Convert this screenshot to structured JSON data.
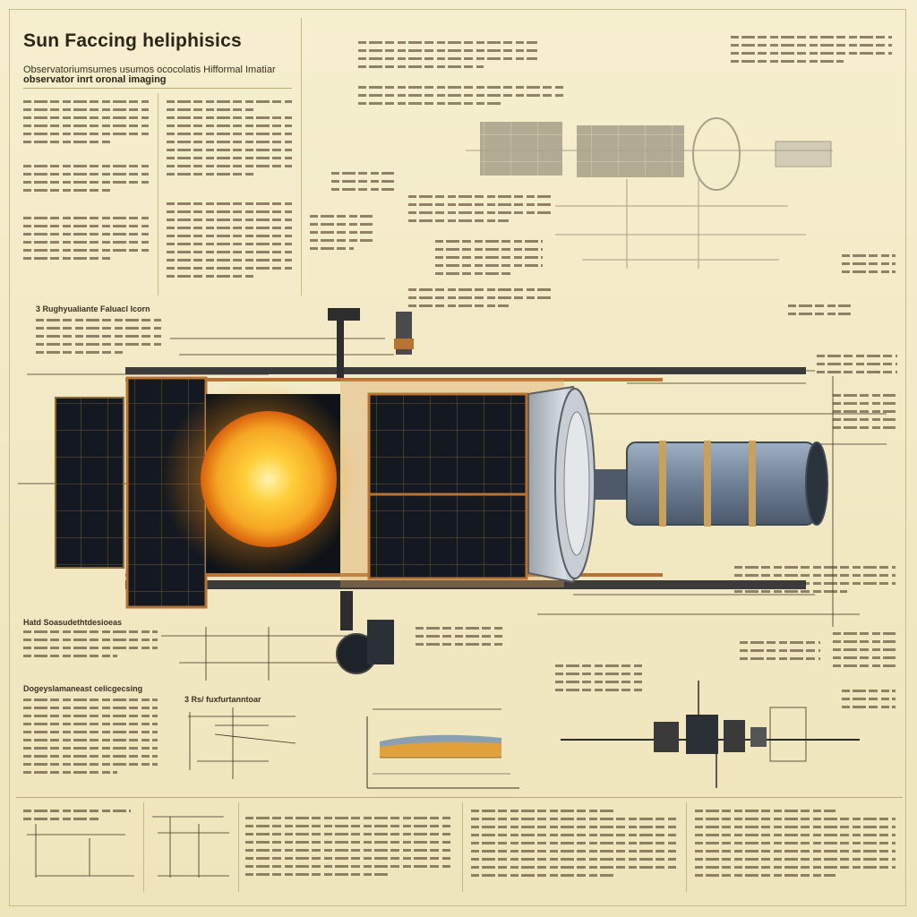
{
  "title": "Sun Faccing heliphisics",
  "subtitle": {
    "line1": "Observatoriumsumes usumos ococolatis Hifformal Imatiar",
    "line2": "observator inrt oronal imaging"
  },
  "section_headers": {
    "left_mid": "3 Rughyualiante Faluacl lcorn",
    "left_lower": "Hatd Soasudethtdesioeas",
    "left_bottom": "Dogeyslamaneast celicgecsing",
    "chart_caption": "3 Rs/ fuxfurtanntoar"
  },
  "colors": {
    "paper": "#f3ecc8",
    "ink": "#2c2416",
    "sun": "#f5a623",
    "panel": "#111418",
    "tube": "#6f8096",
    "copper": "#b87333"
  },
  "icons": {
    "sun": "sun-icon",
    "satellite": "satellite-icon"
  }
}
